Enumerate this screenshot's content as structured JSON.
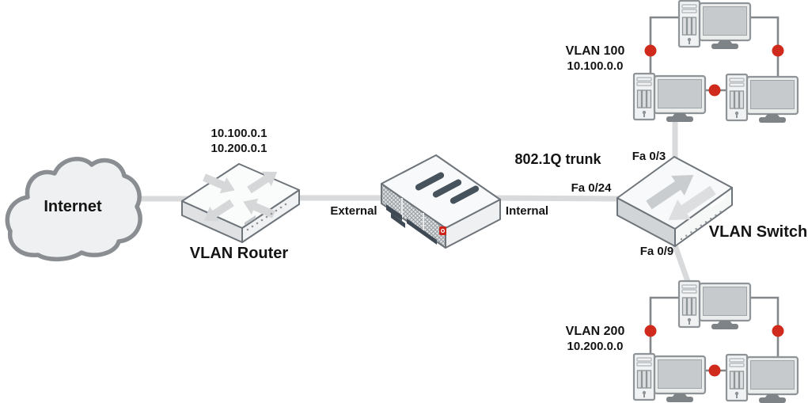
{
  "colors": {
    "accent-red": "#cf2a1c",
    "backbone-line": "#d8dadb",
    "group-line": "#84878a",
    "cloud-outline": "#8a8e92",
    "device-outline": "#6d747a",
    "device-top-fill": "#f8f9fa",
    "arrow-fill": "#d5d7d9",
    "slot-fill": "#46525c",
    "firewall-logo-red": "#cc2418",
    "text": "#141414"
  },
  "nodes": {
    "internet": {
      "label": "Internet"
    },
    "router": {
      "label": "VLAN Router",
      "ip_line1": "10.100.0.1",
      "ip_line2": "10.200.0.1"
    },
    "firewall": {
      "external_label": "External",
      "internal_label": "Internal"
    },
    "switch": {
      "label": "VLAN Switch"
    },
    "vlan100": {
      "label": "VLAN 100",
      "subnet": "10.100.0.0",
      "computer_count": 3
    },
    "vlan200": {
      "label": "VLAN 200",
      "subnet": "10.200.0.0",
      "computer_count": 3
    }
  },
  "links": {
    "trunk": {
      "label": "802.1Q trunk"
    },
    "ports": {
      "switch_trunk": "Fa 0/24",
      "switch_vlan100": "Fa 0/3",
      "switch_vlan200": "Fa 0/9"
    }
  }
}
